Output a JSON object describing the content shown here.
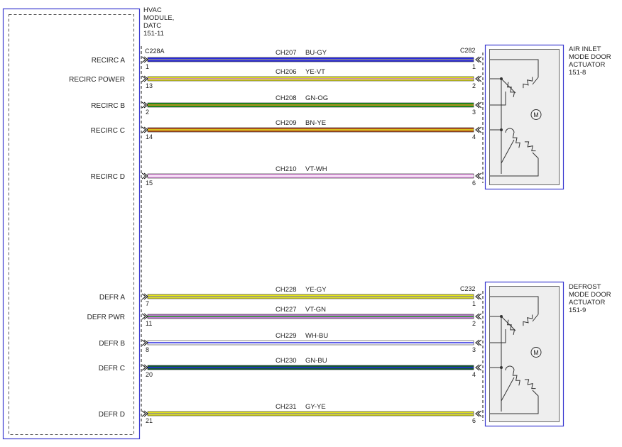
{
  "colors": {
    "border_blue": "#3a3ad0",
    "module_dash": "#555555",
    "connector_dash": "#111111",
    "actuator_fill": "#eeeeee",
    "BU": "#2a2ae0",
    "GY": "#8c8c8c",
    "YE": "#e4e41e",
    "VT": "#c27ad6",
    "GN": "#1e9a1e",
    "OG": "#e08a1e",
    "BN": "#b5521e",
    "WH": "#ffffff",
    "PK": "#e7a3e7",
    "DGN": "#0f5a34"
  },
  "module": {
    "title": [
      "HVAC",
      "MODULE,",
      "DATC",
      "151-11"
    ],
    "connector": "C228A"
  },
  "groups": [
    {
      "connector": "C282",
      "actuator_label": [
        "AIR INLET",
        "MODE DOOR",
        "ACTUATOR",
        "151-8"
      ],
      "motor_symbol": "M",
      "wires": [
        {
          "signal": "RECIRC A",
          "module_pin": "1",
          "circuit": "CH207",
          "color_code": "BU-GY",
          "actuator_pin": "1",
          "base": "#2a2ae0",
          "stripe": "#8c8c8c"
        },
        {
          "signal": "RECIRC POWER",
          "module_pin": "13",
          "circuit": "CH206",
          "color_code": "YE-VT",
          "actuator_pin": "2",
          "base": "#e4e41e",
          "stripe": "#c27ad6"
        },
        {
          "signal": "RECIRC B",
          "module_pin": "2",
          "circuit": "CH208",
          "color_code": "GN-OG",
          "actuator_pin": "3",
          "base": "#1e9a1e",
          "stripe": "#e08a1e"
        },
        {
          "signal": "RECIRC C",
          "module_pin": "14",
          "circuit": "CH209",
          "color_code": "BN-YE",
          "actuator_pin": "4",
          "base": "#b5521e",
          "stripe": "#e4e41e"
        },
        {
          "signal": "RECIRC D",
          "module_pin": "15",
          "circuit": "CH210",
          "color_code": "VT-WH",
          "actuator_pin": "6",
          "base": "#e7a3e7",
          "stripe": "#ffffff"
        }
      ]
    },
    {
      "connector": "C232",
      "actuator_label": [
        "DEFROST",
        "MODE DOOR",
        "ACTUATOR",
        "151-9"
      ],
      "motor_symbol": "M",
      "wires": [
        {
          "signal": "DEFR A",
          "module_pin": "7",
          "circuit": "CH228",
          "color_code": "YE-GY",
          "actuator_pin": "1",
          "base": "#e4e41e",
          "stripe": "#8c8c8c"
        },
        {
          "signal": "DEFR PWR",
          "module_pin": "11",
          "circuit": "CH227",
          "color_code": "VT-GN",
          "actuator_pin": "2",
          "base": "#c27ad6",
          "stripe": "#1e9a1e"
        },
        {
          "signal": "DEFR B",
          "module_pin": "8",
          "circuit": "CH229",
          "color_code": "WH-BU",
          "actuator_pin": "3",
          "base": "#ffffff",
          "stripe": "#2a2ae0"
        },
        {
          "signal": "DEFR C",
          "module_pin": "20",
          "circuit": "CH230",
          "color_code": "GN-BU",
          "actuator_pin": "4",
          "base": "#0f5a34",
          "stripe": "#2a2ae0"
        },
        {
          "signal": "DEFR D",
          "module_pin": "21",
          "circuit": "CH231",
          "color_code": "GY-YE",
          "actuator_pin": "6",
          "base": "#e4e41e",
          "stripe": "#8c8c8c"
        }
      ]
    }
  ]
}
